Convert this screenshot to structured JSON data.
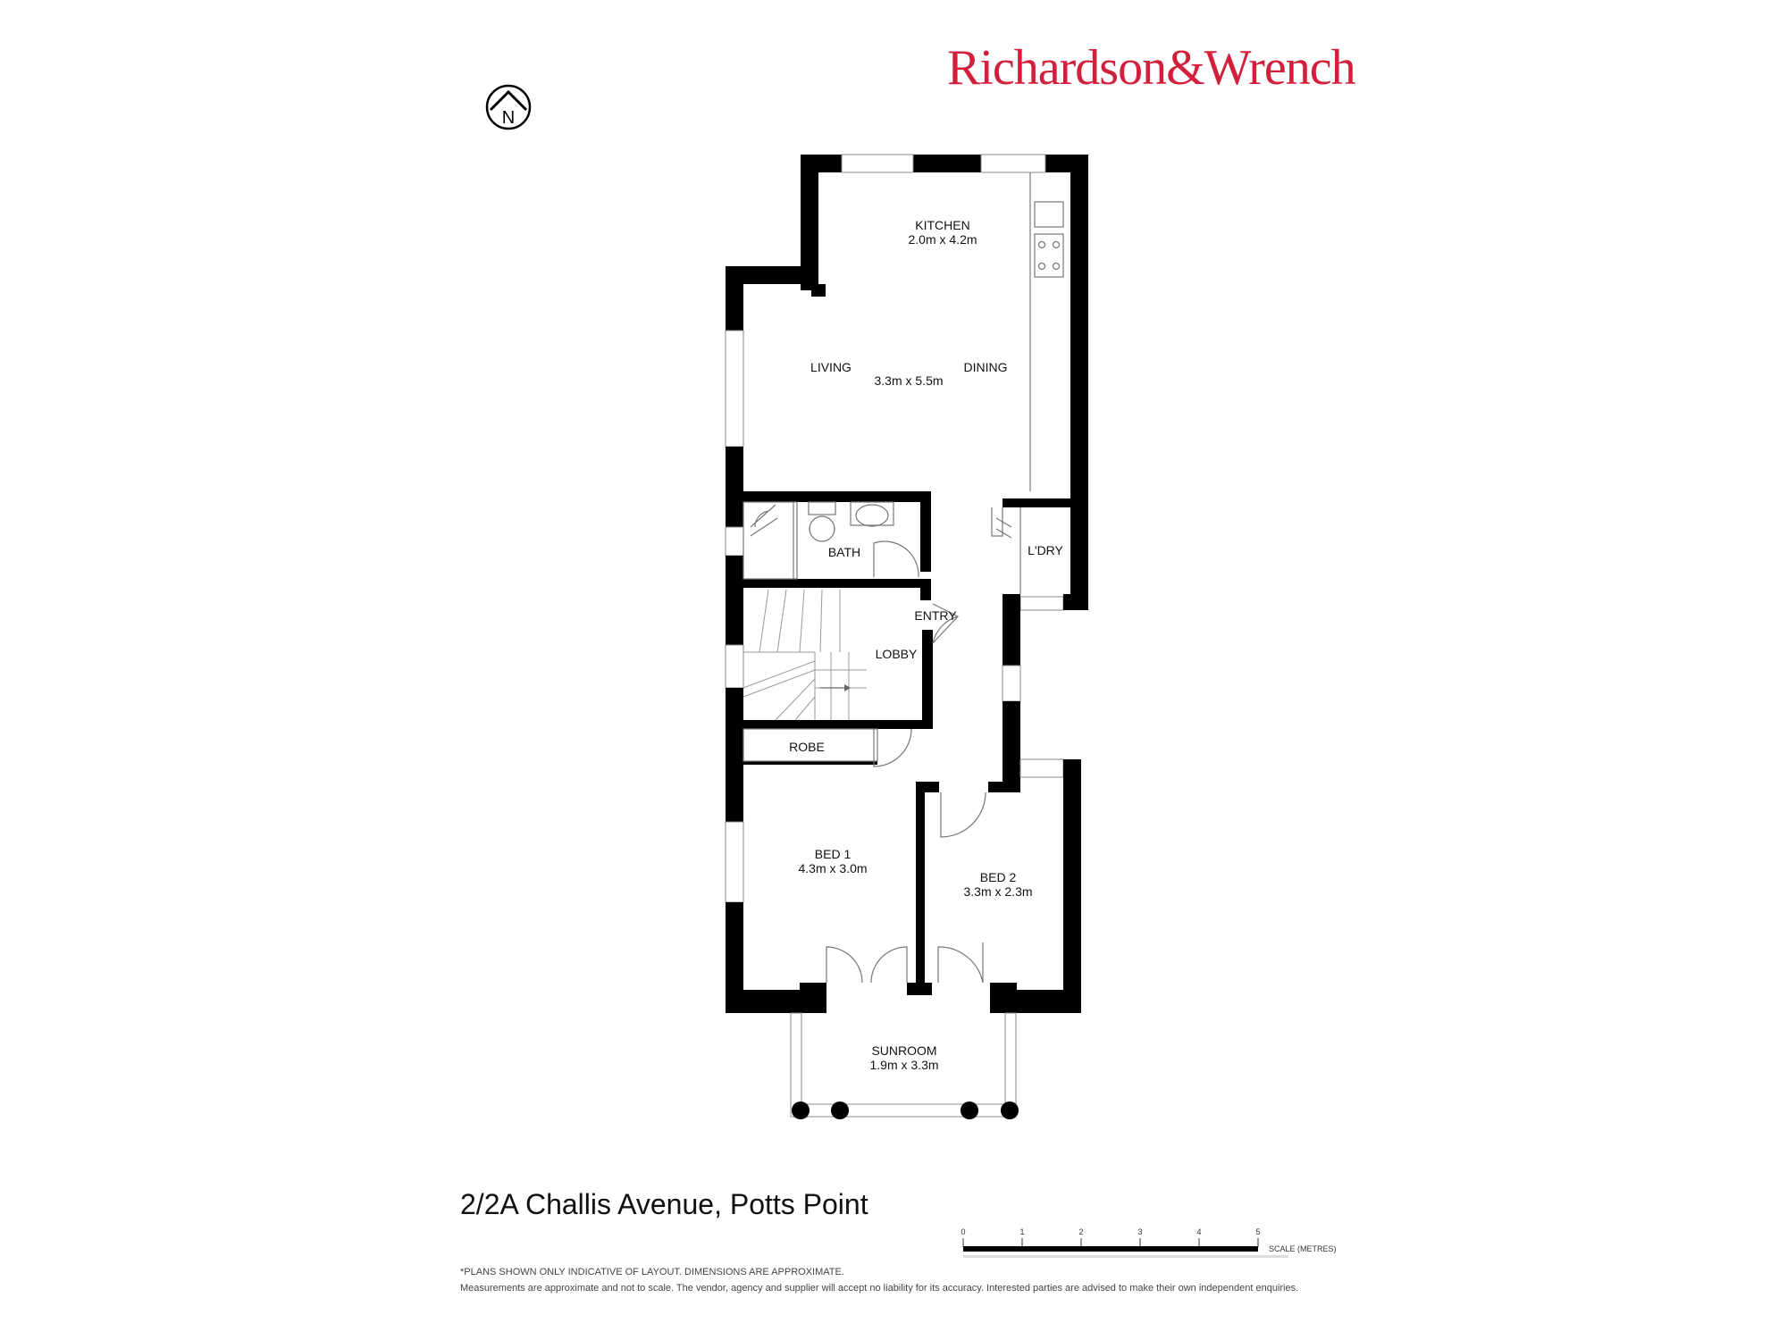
{
  "brand": {
    "name": "Richardson&Wrench",
    "color": "#d21f3c"
  },
  "compass": {
    "label": "N",
    "icon": "north-arrow-icon"
  },
  "address": "2/2A Challis Avenue, Potts Point",
  "rooms": [
    {
      "id": "kitchen",
      "name": "KITCHEN",
      "dims": "2.0m x 4.2m"
    },
    {
      "id": "living",
      "name": "LIVING"
    },
    {
      "id": "living-dining",
      "dims": "3.3m x 5.5m"
    },
    {
      "id": "dining",
      "name": "DINING"
    },
    {
      "id": "bath",
      "name": "BATH"
    },
    {
      "id": "laundry",
      "name": "L'DRY"
    },
    {
      "id": "entry",
      "name": "ENTRY"
    },
    {
      "id": "lobby",
      "name": "LOBBY"
    },
    {
      "id": "robe",
      "name": "ROBE"
    },
    {
      "id": "bed1",
      "name": "BED 1",
      "dims": "4.3m x 3.0m"
    },
    {
      "id": "bed2",
      "name": "BED 2",
      "dims": "3.3m x 2.3m"
    },
    {
      "id": "sunroom",
      "name": "SUNROOM",
      "dims": "1.9m x 3.3m"
    }
  ],
  "scale": {
    "label": "SCALE (METRES)",
    "ticks": [
      "0",
      "1",
      "2",
      "3",
      "4",
      "5"
    ]
  },
  "disclaimer": {
    "line1": "*PLANS SHOWN ONLY INDICATIVE OF LAYOUT. DIMENSIONS ARE APPROXIMATE.",
    "line2": "Measurements are approximate and not to scale. The vendor, agency and supplier will accept no liability for its accuracy. Interested parties are advised to make their own independent enquiries."
  }
}
